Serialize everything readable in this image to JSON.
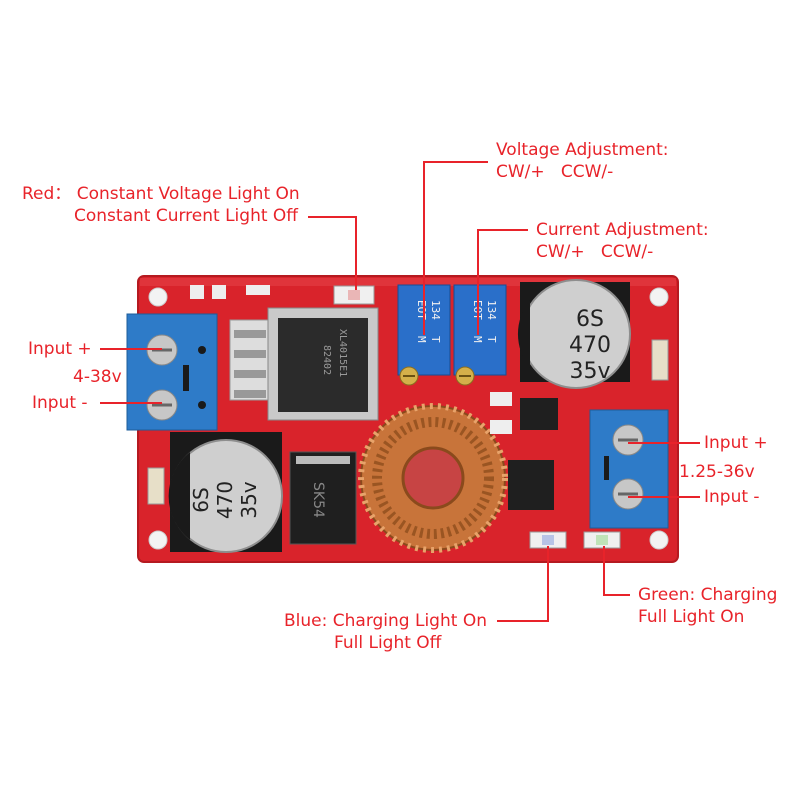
{
  "colors": {
    "label_text": "#e8232a",
    "leader_line": "#e8232a",
    "pcb": "#d9232b",
    "terminal": "#2e7bc8",
    "coil_copper": "#c8743a",
    "capacitor": "#bcbcbc"
  },
  "labels": {
    "voltage_adjustment": {
      "line1": "Voltage Adjustment:",
      "line2": "CW/+   CCW/-"
    },
    "current_adjustment": {
      "line1": "Current Adjustment:",
      "line2": "CW/+   CCW/-"
    },
    "red_led": {
      "line1": "Red： Constant Voltage Light On",
      "line2": "Constant Current Light Off"
    },
    "input_plus_left": "Input +",
    "input_range_left": "4-38v",
    "input_minus_left": "Input -",
    "output_plus_right": "Input +",
    "output_range_right": "1.25-36v",
    "output_minus_right": "Input -",
    "blue_led": {
      "line1": "Blue: Charging Light On",
      "line2": "Full Light Off"
    },
    "green_led": {
      "line1": "Green: Charging",
      "line2": "Full Light On"
    }
  },
  "board_markings": {
    "cap_left": [
      "6S",
      "470",
      "35v"
    ],
    "cap_right": [
      "6S",
      "470",
      "35v"
    ],
    "pot_text": [
      "134",
      "T",
      "EOT",
      "M"
    ],
    "ic_text": [
      "XL4015E1",
      "82402"
    ],
    "diode_text": "SK54"
  }
}
